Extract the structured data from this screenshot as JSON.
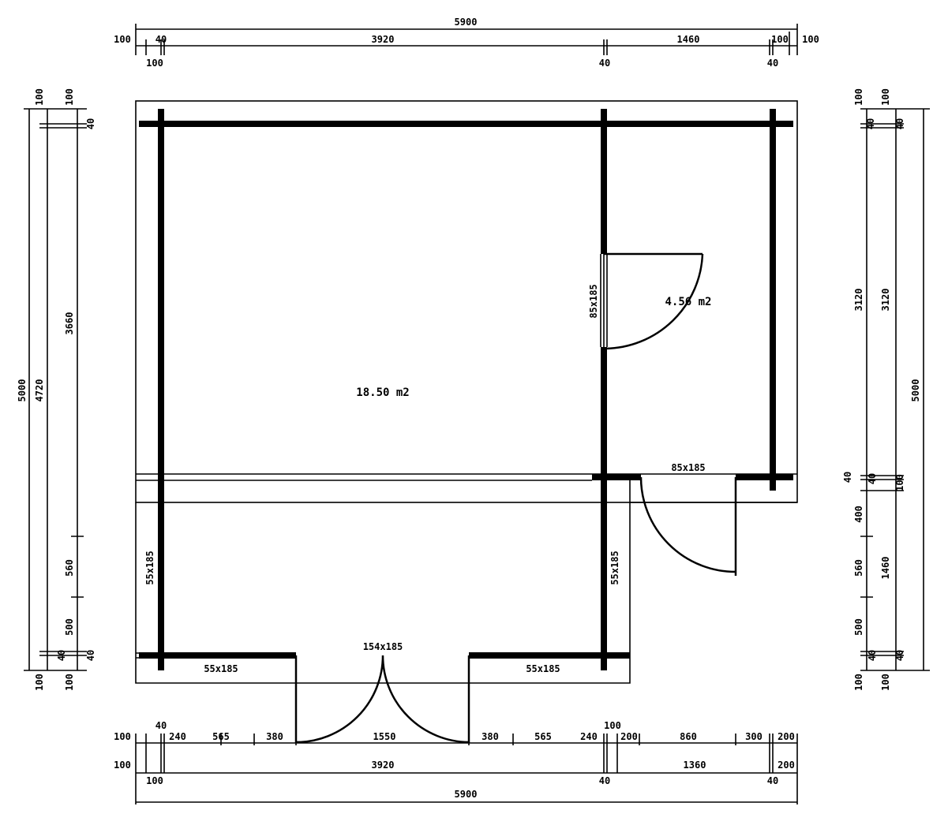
{
  "rooms": {
    "main_area": "18.50 m2",
    "side_room_area": "4.56 m2"
  },
  "openings": {
    "inner_door": "85x185",
    "shed_door": "85x185",
    "left_window": "55x185",
    "right_window": "55x185",
    "front_door": "154x185",
    "front_window_left": "55x185",
    "front_window_right": "55x185"
  },
  "top": {
    "total": "5900",
    "a": "100",
    "b": "40",
    "c": "3920",
    "d": "1460",
    "e": "100",
    "f": "100",
    "g": "100",
    "h": "40",
    "i": "40"
  },
  "left": {
    "total": "5000",
    "inner": "4720",
    "upper": "3660",
    "mid": "560",
    "low": "500",
    "t1": "100",
    "t2": "100",
    "t3": "40",
    "b1": "40",
    "b2": "40",
    "b3": "100",
    "b4": "100"
  },
  "right": {
    "total": "5000",
    "u1": "3120",
    "u2": "3120",
    "t1": "100",
    "t2": "100",
    "t3": "40",
    "t4": "40",
    "m1": "40",
    "m2": "40",
    "m3": "100",
    "s1": "400",
    "s2": "560",
    "s3": "1460",
    "s4": "500",
    "b1": "40",
    "b2": "40",
    "b3": "100",
    "b4": "100"
  },
  "bottom": {
    "r1": [
      "100",
      "40",
      "240",
      "565",
      "380",
      "1550",
      "380",
      "565",
      "240",
      "100",
      "200",
      "860",
      "300",
      "200"
    ],
    "r2": [
      "100",
      "3920",
      "1360",
      "200"
    ],
    "r3": [
      "100",
      "40",
      "40"
    ],
    "total": "5900"
  }
}
